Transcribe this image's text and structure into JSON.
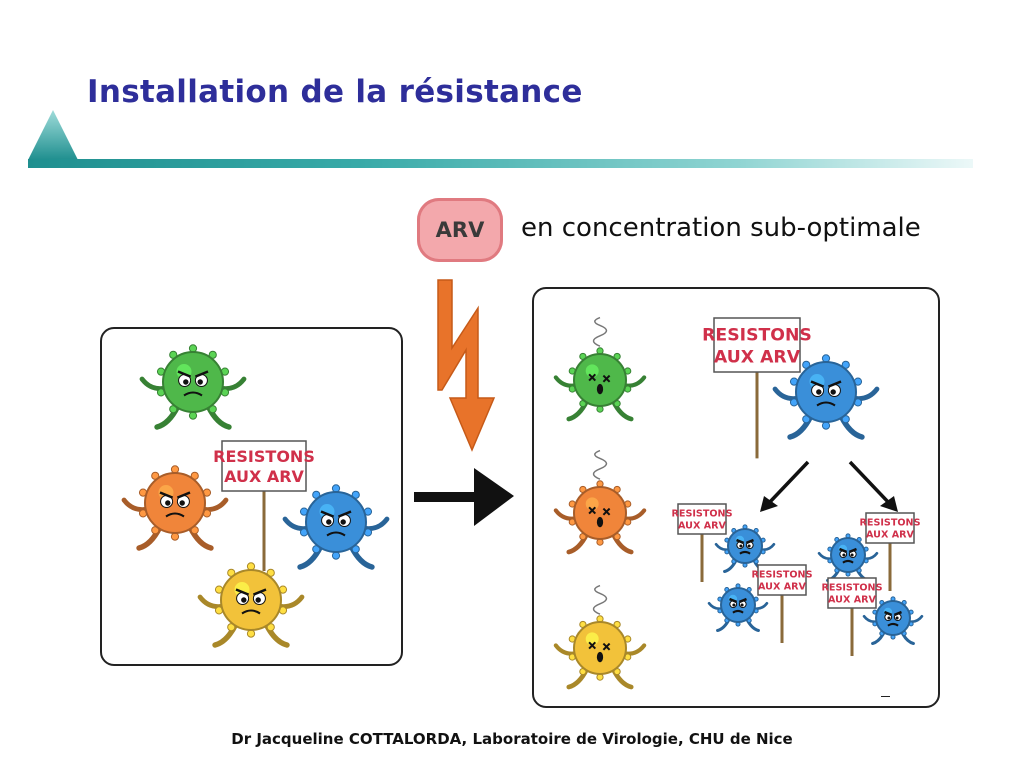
{
  "title": "Installation de la résistance",
  "arv_label": "ARV",
  "arv_caption": "en concentration sub-optimale",
  "footer": "Dr Jacqueline COTTALORDA, Laboratoire de Virologie, CHU de Nice",
  "sign_text_line1": "RESISTONS",
  "sign_text_line2": "AUX ARV",
  "colors": {
    "title": "#2e2e9a",
    "green_virus": "#4fb84a",
    "orange_virus": "#f0853a",
    "yellow_virus": "#f2c23a",
    "blue_virus": "#3a8fd9",
    "lightning": "#e8732a",
    "sign_text": "#d0304a"
  }
}
